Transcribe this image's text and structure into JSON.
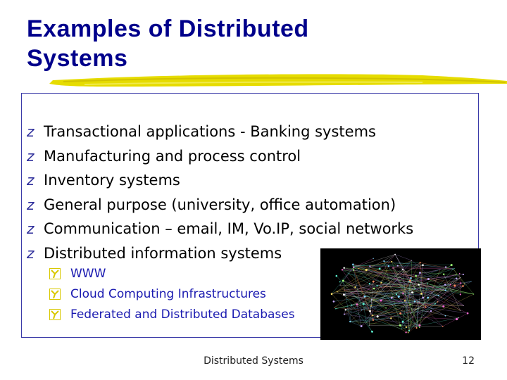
{
  "title_line1": "Examples of Distributed",
  "title_line2": "Systems",
  "bullets": [
    "Transactional applications - Banking systems",
    "Manufacturing and process control",
    "Inventory systems",
    "General purpose (university, office automation)",
    "Communication – email, IM, Vo.IP, social networks",
    "Distributed information systems"
  ],
  "sub_bullets": [
    "WWW",
    "Cloud Computing Infrastructures",
    "Federated and Distributed Databases"
  ],
  "bullet_glyph": "z",
  "footer_text": "Distributed Systems",
  "page_number": "12",
  "colors": {
    "title": "#00008b",
    "underline": "#e3d800",
    "sub_text": "#1a1ab0",
    "sub_bullet": "#d8c800",
    "box_border": "#3a3aa8"
  },
  "image": {
    "description_icon": "network-graph-image"
  }
}
